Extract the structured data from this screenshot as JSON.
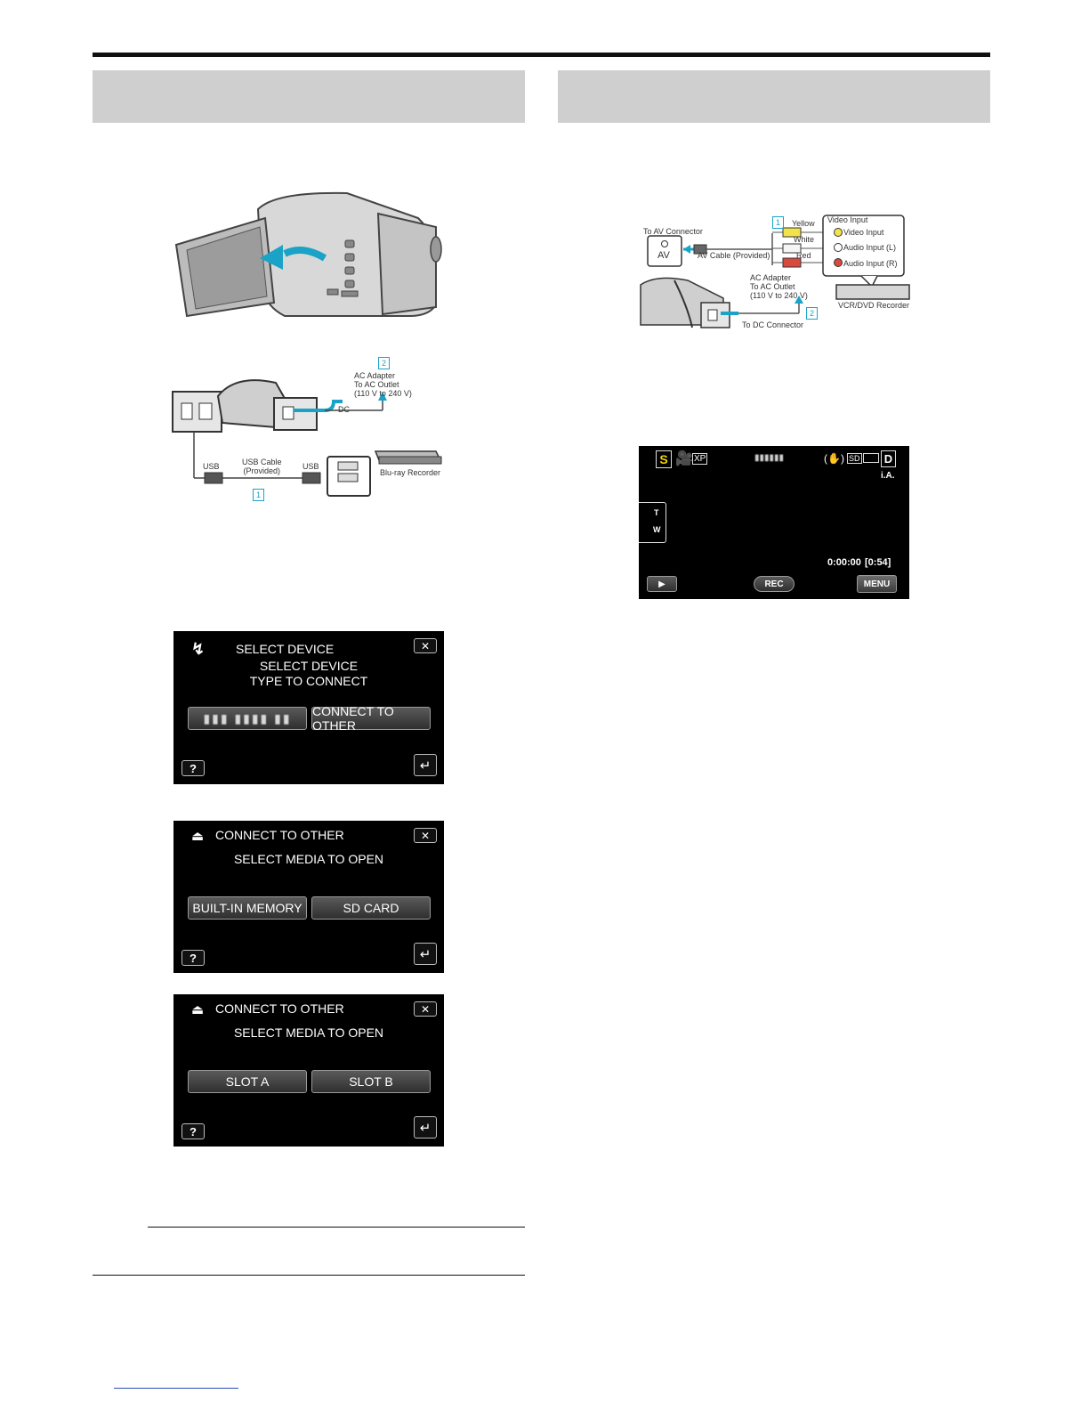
{
  "left_diagram": {
    "marker_2": "2",
    "ac_adapter": "AC Adapter",
    "ac_outlet": "To AC Outlet",
    "voltage": "(110 V to 240 V)",
    "dc": "DC",
    "usb_left": "USB",
    "usb_cable": "USB Cable",
    "usb_provided": "(Provided)",
    "usb_right": "USB",
    "marker_1": "1",
    "recorder": "Blu-ray Recorder"
  },
  "screen1": {
    "title": "SELECT DEVICE",
    "line1": "SELECT DEVICE",
    "line2": "TYPE TO CONNECT",
    "blurred_button": "▮▮▮ ▮▮▮▮ ▮▮",
    "connect_button": "CONNECT TO OTHER",
    "close_icon": "✕",
    "help": "?",
    "back_icon": "↵"
  },
  "screen2": {
    "title": "CONNECT TO OTHER",
    "subtitle": "SELECT MEDIA TO OPEN",
    "button_a": "BUILT-IN MEMORY",
    "button_b": "SD CARD",
    "close_icon": "✕",
    "help": "?",
    "back_icon": "↵"
  },
  "screen3": {
    "title": "CONNECT TO OTHER",
    "subtitle": "SELECT MEDIA TO OPEN",
    "button_a": "SLOT A",
    "button_b": "SLOT B",
    "close_icon": "✕",
    "help": "?",
    "back_icon": "↵"
  },
  "right_diagram": {
    "marker_1": "1",
    "yellow": "Yellow",
    "white": "White",
    "red": "Red",
    "video_input_title": "Video Input",
    "video_input": "Video Input",
    "audio_l": "Audio Input (L)",
    "audio_r": "Audio Input (R)",
    "to_av": "To AV Connector",
    "av": "AV",
    "av_cable": "AV Cable (Provided)",
    "ac_adapter": "AC Adapter",
    "ac_outlet": "To AC Outlet",
    "voltage": "(110 V to 240 V)",
    "marker_2": "2",
    "to_dc": "To DC Connector",
    "vcr": "VCR/DVD Recorder"
  },
  "rec_screen": {
    "s_icon": "S",
    "quality": "XP",
    "counter": "▮▮▮▮▮▮",
    "media": "SD",
    "d_icon": "D",
    "ia": "i.A.",
    "zoom_t": "T",
    "zoom_w": "W",
    "time": "0:00:00",
    "remaining": "[0:54]",
    "rec": "REC",
    "menu": "MENU",
    "play_icon": "▶"
  }
}
